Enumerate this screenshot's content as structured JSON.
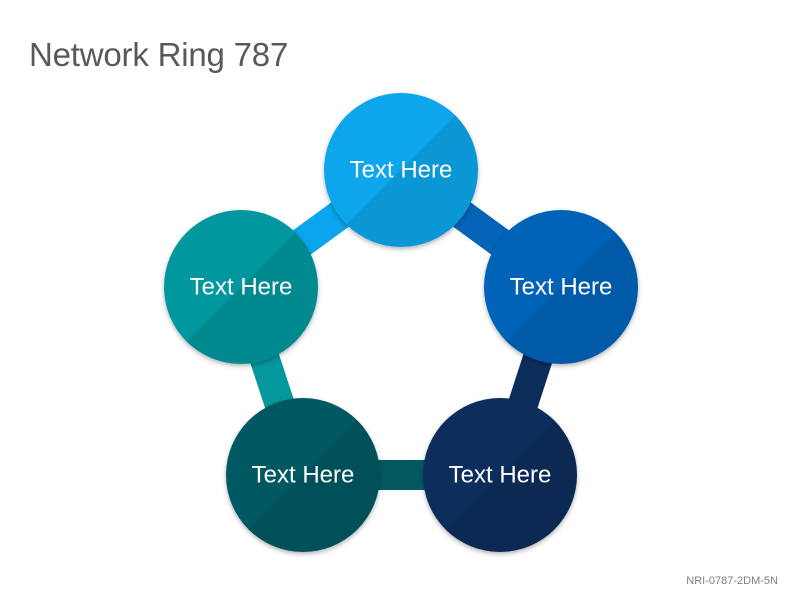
{
  "title": "Network Ring 787",
  "footer_code": "NRI-0787-2DM-5N",
  "nodes": [
    {
      "label": "Text Here",
      "color": "#0aa5ec"
    },
    {
      "label": "Text Here",
      "color": "#0563b8"
    },
    {
      "label": "Text Here",
      "color": "#0b2d5c"
    },
    {
      "label": "Text Here",
      "color": "#055862"
    },
    {
      "label": "Text Here",
      "color": "#05979e"
    }
  ],
  "connectors": [
    {
      "from": 0,
      "to": 1,
      "color": "#0563b8"
    },
    {
      "from": 1,
      "to": 2,
      "color": "#0b2d5c"
    },
    {
      "from": 2,
      "to": 3,
      "color": "#055862"
    },
    {
      "from": 3,
      "to": 4,
      "color": "#05979e"
    },
    {
      "from": 4,
      "to": 0,
      "color": "#0aa5ec"
    }
  ]
}
